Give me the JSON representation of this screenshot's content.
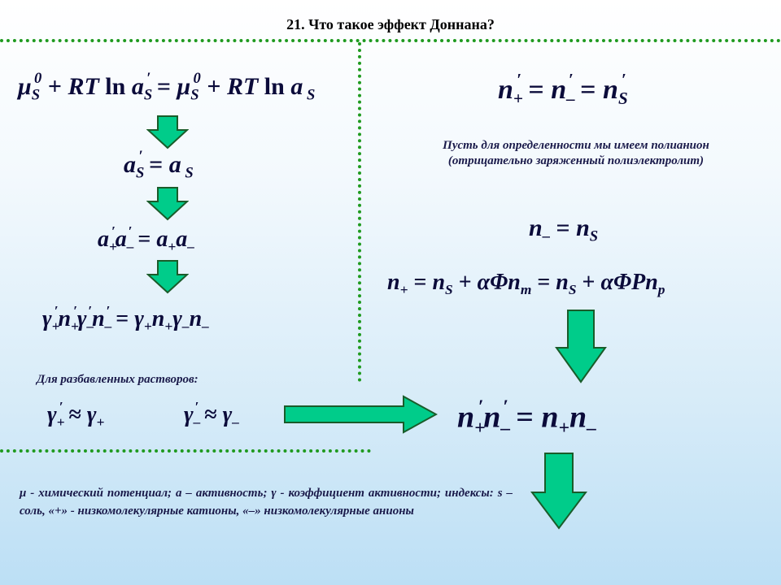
{
  "slide": {
    "title": "21. Что такое  эффект Доннана?"
  },
  "left": {
    "eq1": "μ⁰S + RT ln a′S = μ⁰S + RT ln aS",
    "eq2": "a′S = aS",
    "eq3": "a′₊a′₋ = a₊a₋",
    "eq4": "γ′₊n′₊γ′₋n′₋ = γ₊n₊γ₋n₋",
    "dilute_label": "Для разбавленных растворов:",
    "approx1": "γ′₊ ≈ γ₊",
    "approx2": "γ′₋ ≈ γ₋"
  },
  "right": {
    "eq1": "n′₊ = n′₋ = n′S",
    "polyanion_note": "Пусть для определенности мы имеем полианион (отрицательно заряженный полиэлектролит)",
    "eq2": "n₋ = nS",
    "eq3": "n₊ = nS + αΦnm = nS + αΦPnp",
    "result": "n′₊n′₋ = n₊n₋"
  },
  "legend": {
    "text": "μ - химический потенциал; a – активность; γ - коэффициент активности; индексы: s – соль, «+» - низкомолекулярные катионы, «–» низкомолекулярные анионы"
  },
  "colors": {
    "arrow_fill": "#00cc8a",
    "arrow_stroke": "#1a5c2a",
    "divider": "#1f9a1f",
    "formula": "#0b0b3a"
  }
}
